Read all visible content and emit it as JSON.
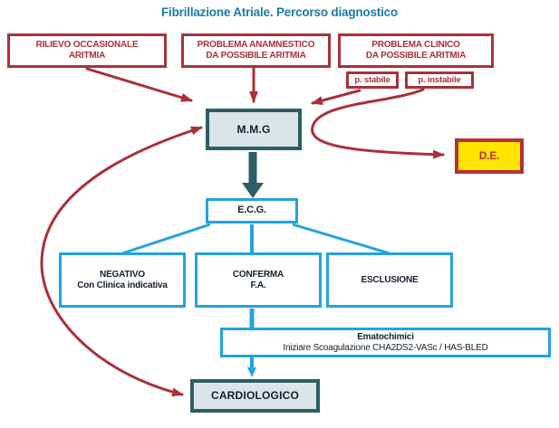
{
  "title": "Fibrillazione Atriale. Percorso diagnostico",
  "colors": {
    "title": "#1A7BA6",
    "dark_red": "#A93138",
    "de_red": "#B63334",
    "cyan": "#22A3DE",
    "teal": "#2C5F66",
    "navy": "#16202C",
    "node_fill": "#DBE4E7",
    "de_yellow": "#FFE400"
  },
  "nodes": {
    "rilievo": {
      "line1": "RILIEVO OCCASIONALE",
      "line2": "ARITMIA"
    },
    "anamnestico": {
      "line1": "PROBLEMA ANAMNESTICO",
      "line2": "DA POSSIBILE ARITMIA"
    },
    "clinico": {
      "line1": "PROBLEMA CLINICO",
      "line2": "DA POSSIBILE ARITMIA"
    },
    "p_stabile": {
      "label": "p. stabile"
    },
    "p_instabile": {
      "label": "p. instabile"
    },
    "mmg": {
      "label": "M.M.G"
    },
    "de": {
      "label": "D.E."
    },
    "ecg": {
      "label": "E.C.G."
    },
    "negativo": {
      "line1": "NEGATIVO",
      "line2": "Con Clinica indicativa"
    },
    "conferma": {
      "line1": "CONFERMA",
      "line2": "F.A."
    },
    "esclusione": {
      "label": "ESCLUSIONE"
    },
    "ematochimici": {
      "line1": "Ematochimici",
      "line2": "Iniziare Scoagulazione CHA2DS2-VASc / HAS-BLED"
    },
    "cardiologico": {
      "label": "CARDIOLOGICO"
    }
  }
}
